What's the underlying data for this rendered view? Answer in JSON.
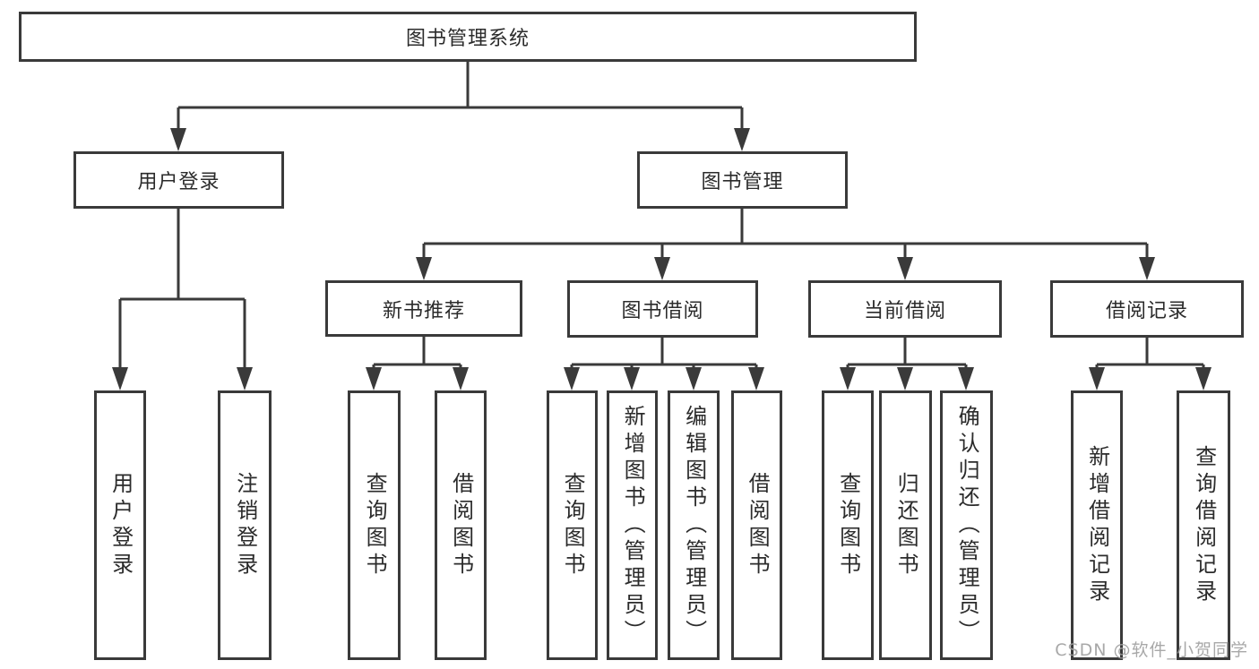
{
  "tree": {
    "root": {
      "label": "图书管理系统"
    },
    "level1": [
      {
        "id": "user-login",
        "label": "用户登录",
        "parent": "root"
      },
      {
        "id": "book-management",
        "label": "图书管理",
        "parent": "root"
      }
    ],
    "level2": [
      {
        "id": "new-book-recommend",
        "label": "新书推荐",
        "parent": "book-management"
      },
      {
        "id": "book-borrowing",
        "label": "图书借阅",
        "parent": "book-management"
      },
      {
        "id": "current-borrowing",
        "label": "当前借阅",
        "parent": "book-management"
      },
      {
        "id": "borrowing-records",
        "label": "借阅记录",
        "parent": "book-management"
      }
    ],
    "leaves": [
      {
        "label": "用户登录",
        "parent": "user-login"
      },
      {
        "label": "注销登录",
        "parent": "user-login"
      },
      {
        "label": "查询图书",
        "parent": "new-book-recommend"
      },
      {
        "label": "借阅图书",
        "parent": "new-book-recommend"
      },
      {
        "label": "查询图书",
        "parent": "book-borrowing"
      },
      {
        "label": "新增图书（管理员）",
        "parent": "book-borrowing"
      },
      {
        "label": "编辑图书（管理员）",
        "parent": "book-borrowing"
      },
      {
        "label": "借阅图书",
        "parent": "book-borrowing"
      },
      {
        "label": "查询图书",
        "parent": "current-borrowing"
      },
      {
        "label": "归还图书",
        "parent": "current-borrowing"
      },
      {
        "label": "确认归还（管理员）",
        "parent": "current-borrowing"
      },
      {
        "label": "新增借阅记录",
        "parent": "borrowing-records"
      },
      {
        "label": "查询借阅记录",
        "parent": "borrowing-records"
      }
    ]
  },
  "watermark": {
    "text": "CSDN @软件_小贺同学"
  },
  "colors": {
    "line": "#3a3a3a",
    "text": "#2b2b2b",
    "box_fill": "#ffffff",
    "background": "#ffffff",
    "watermark": "#9e9e9e"
  }
}
